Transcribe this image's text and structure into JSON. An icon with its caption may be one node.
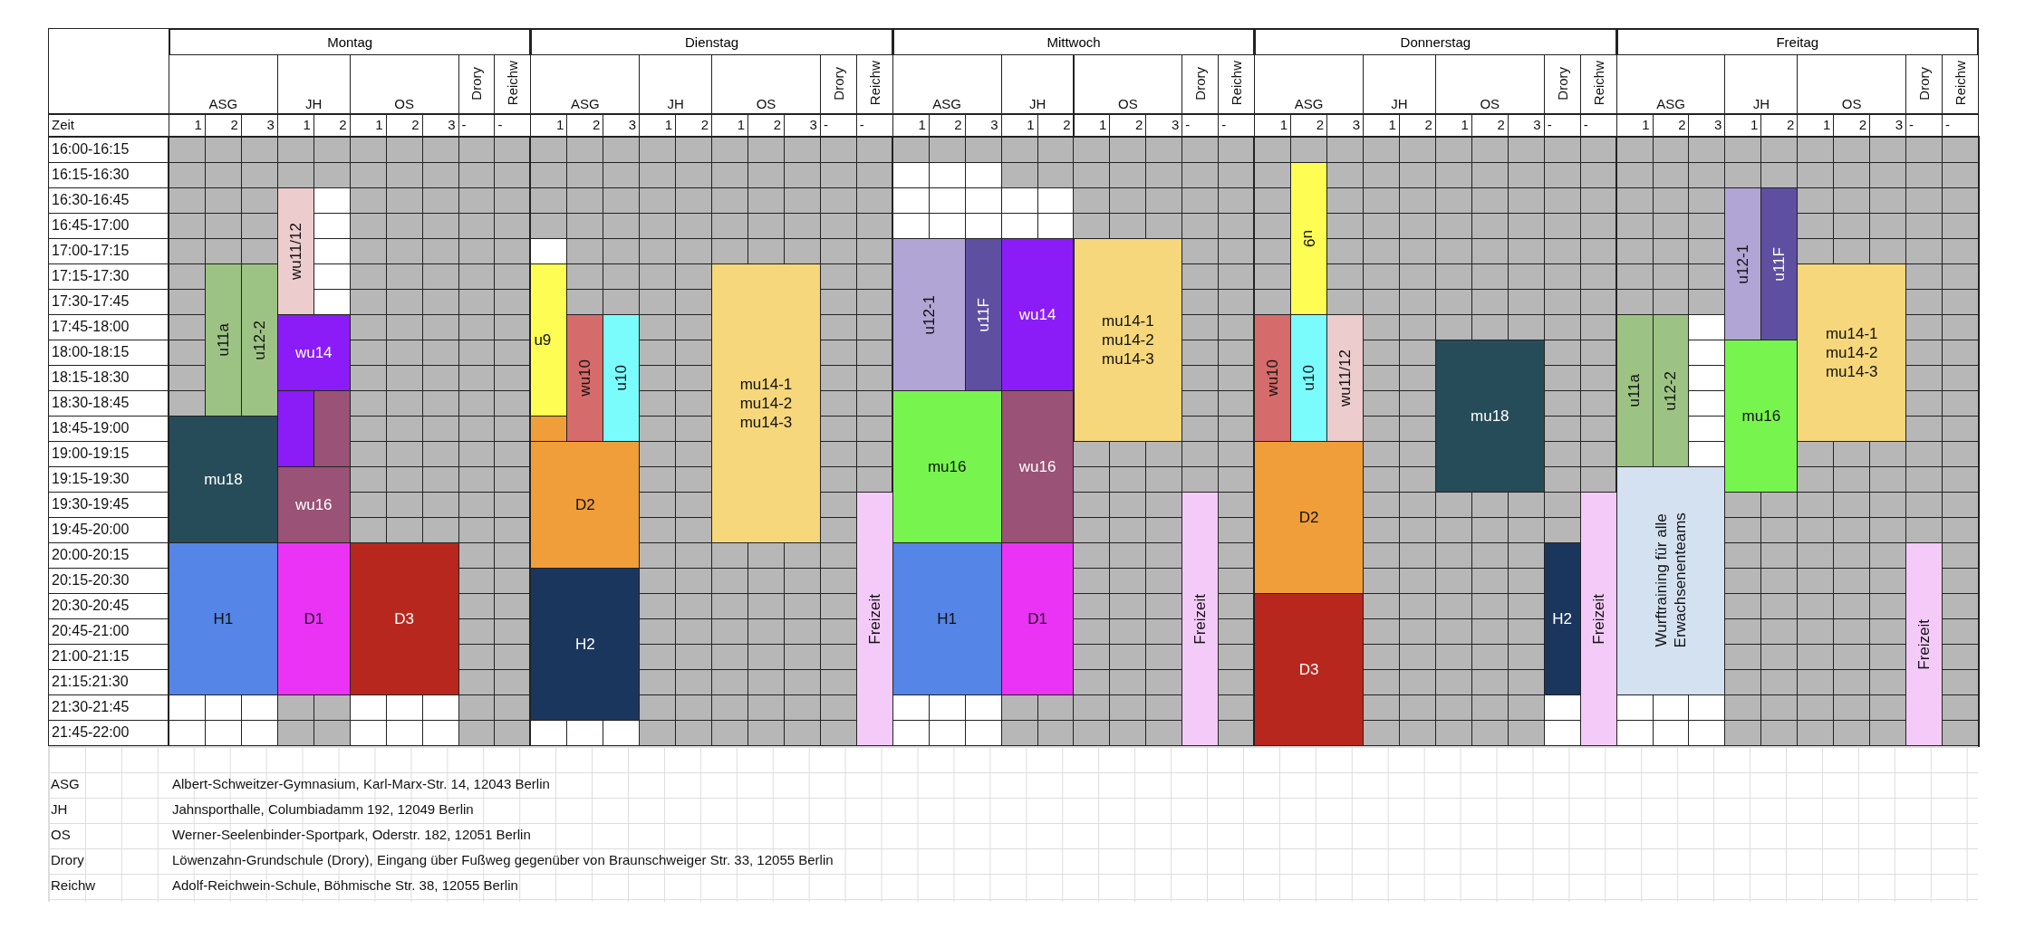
{
  "diagram": {
    "nodes": [
      {
        "text": [
          "wu11/12"
        ]
      },
      {
        "text": [
          "u11a"
        ]
      },
      {
        "text": [
          "u12-2"
        ]
      },
      {
        "text": [
          "wu14"
        ]
      },
      {
        "text": [],
        "shape": "box"
      },
      {
        "text": [],
        "shape": "box"
      },
      {
        "text": [
          "mu18"
        ]
      },
      {
        "text": [
          "wu16"
        ]
      },
      {
        "text": [
          "H1"
        ]
      },
      {
        "text": [
          "D1"
        ]
      },
      {
        "text": [
          "D3"
        ]
      },
      {
        "text": [
          "u9"
        ]
      },
      {
        "text": [
          "wu10"
        ]
      },
      {
        "text": [
          "u10"
        ]
      },
      {
        "text": [
          "mu14-1",
          "mu14-2",
          "mu14-3"
        ]
      },
      {
        "text": [],
        "shape": "box"
      },
      {
        "text": [
          "D2"
        ]
      },
      {
        "text": [
          "Freizeit"
        ]
      },
      {
        "text": [
          "H2"
        ]
      },
      {
        "text": [
          "u12-1"
        ]
      },
      {
        "text": [
          "u11F"
        ]
      },
      {
        "text": [
          "wu14"
        ]
      },
      {
        "text": [
          "mu14-1",
          "mu14-2",
          "mu14-3"
        ]
      },
      {
        "text": [
          "mu16"
        ]
      },
      {
        "text": [
          "wu16"
        ]
      },
      {
        "text": [
          "Freizeit"
        ]
      },
      {
        "text": [
          "H1"
        ]
      },
      {
        "text": [
          "D1"
        ]
      },
      {
        "text": [
          "u9"
        ]
      },
      {
        "text": [
          "wu10"
        ]
      },
      {
        "text": [
          "u10"
        ]
      },
      {
        "text": [
          "wu11/12"
        ]
      },
      {
        "text": [
          "mu18"
        ]
      },
      {
        "text": [
          "D2"
        ]
      },
      {
        "text": [
          "Freizeit"
        ]
      },
      {
        "text": [
          "H2"
        ]
      },
      {
        "text": [
          "D3"
        ]
      },
      {
        "text": [
          "u12-1"
        ]
      },
      {
        "text": [
          "u11F"
        ]
      },
      {
        "text": [
          "mu14-1",
          "mu14-2",
          "mu14-3"
        ]
      },
      {
        "text": [
          "u11a"
        ]
      },
      {
        "text": [
          "u12-2"
        ]
      },
      {
        "text": [
          "mu16"
        ]
      },
      {
        "text": [
          "Wurftraining für alle Erwachsenenteams"
        ]
      },
      {
        "text": [
          "Freizeit"
        ]
      }
    ],
    "labels": [
      "Montag",
      "Dienstag",
      "Mittwoch",
      "Donnerstag",
      "Freitag",
      "ASG",
      "JH",
      "OS",
      "Drory",
      "Reichw",
      "ASG",
      "JH",
      "OS",
      "Drory",
      "Reichw",
      "ASG",
      "JH",
      "OS",
      "Drory",
      "Reichw",
      "ASG",
      "JH",
      "OS",
      "Drory",
      "Reichw",
      "ASG",
      "JH",
      "OS",
      "Drory",
      "Reichw",
      "Zeit",
      "1",
      "2",
      "3",
      "1",
      "2",
      "1",
      "2",
      "3",
      "-",
      "-",
      "1",
      "2",
      "3",
      "1",
      "2",
      "1",
      "2",
      "3",
      "-",
      "-",
      "1",
      "2",
      "3",
      "1",
      "2",
      "1",
      "2",
      "3",
      "-",
      "-",
      "1",
      "2",
      "3",
      "1",
      "2",
      "1",
      "2",
      "3",
      "-",
      "-",
      "1",
      "2",
      "3",
      "1",
      "2",
      "1",
      "2",
      "3",
      "-",
      "-",
      "16:00-16:15",
      "16:15-16:30",
      "16:30-16:45",
      "16:45-17:00",
      "17:00-17:15",
      "17:15-17:30",
      "17:30-17:45",
      "17:45-18:00",
      "18:00-18:15",
      "18:15-18:30",
      "18:30-18:45",
      "18:45-19:00",
      "19:00-19:15",
      "19:15-19:30",
      "19:30-19:45",
      "19:45-20:00",
      "20:00-20:15",
      "20:15-20:30",
      "20:30-20:45",
      "20:45-21:00",
      "21:00-21:15",
      "21:15:21:30",
      "21:30-21:45",
      "21:45-22:00",
      "ASG",
      "Albert-Schweitzer-Gymnasium, Karl-Marx-Str. 14, 12043 Berlin",
      "JH",
      "Jahnsporthalle, Columbiadamm 192, 12049 Berlin",
      "OS",
      "Werner-Seelenbinder-Sportpark, Oderstr. 182, 12051 Berlin",
      "Drory",
      "Löwenzahn-Grundschule (Drory), Eingang über Fußweg gegenüber von Braunschweiger Str. 33, 12055 Berlin",
      "Reichw",
      "Adolf-Reichwein-Schule, Böhmische Str. 38, 12055 Berlin"
    ]
  }
}
